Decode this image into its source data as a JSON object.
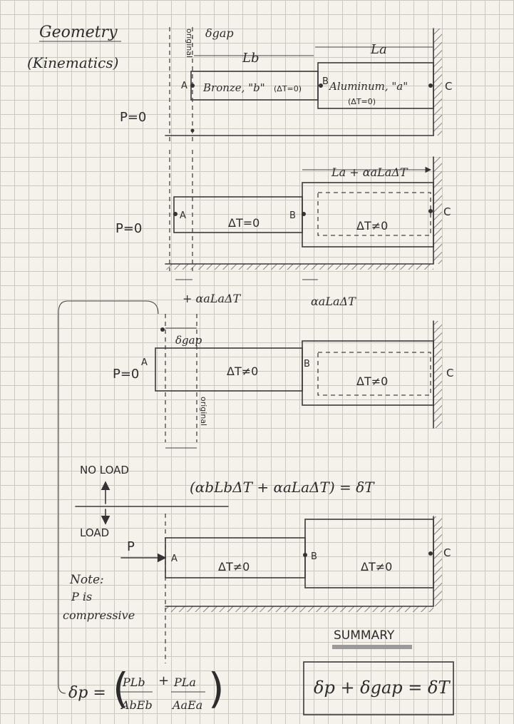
{
  "title": "Geometry",
  "subtitle": "(Kinematics)",
  "labels": {
    "original": "original",
    "delta_gap": "δgap",
    "Lb": "Lb",
    "La": "La",
    "A": "A",
    "B": "B",
    "C": "C",
    "bronze": "Bronze, \"b\"",
    "aluminum": "Aluminum, \"a\"",
    "dT_zero_small": "(ΔT=0)",
    "dT_zero": "ΔT=0",
    "dT_nonzero": "ΔT≠0",
    "P_zero": "P=0",
    "P": "P",
    "La_expanded": "La + αaLaΔT",
    "alpha_a_La_dT": "αaLaΔT",
    "plus_alpha_a_La_dT": "+ αaLaΔT",
    "thermal_eq": "(αbLbΔT + αaLaΔT) = δT",
    "no_load": "NO LOAD",
    "load": "LOAD",
    "note_1": "Note:",
    "note_2": "P is",
    "note_3": "compressive",
    "summary_title": "SUMMARY",
    "summary_eq": "δp + δgap = δT",
    "delta_p": "δp =",
    "frac1_num": "PLb",
    "frac1_den": "AbEb",
    "frac2_num": "PLa",
    "frac2_den": "AaEa",
    "plus": "+"
  }
}
